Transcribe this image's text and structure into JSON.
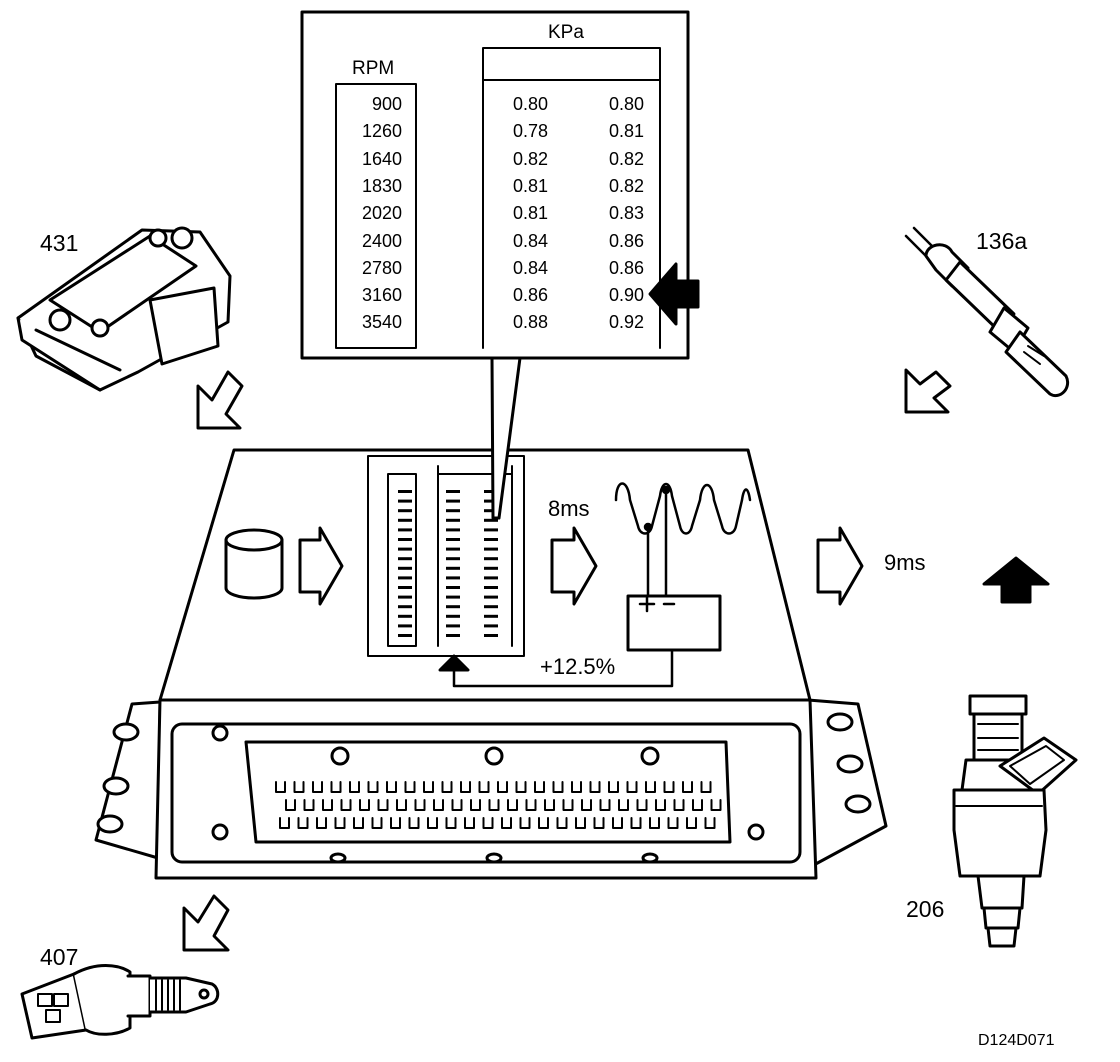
{
  "labels": {
    "part_431": "431",
    "part_136a": "136a",
    "part_407": "407",
    "part_206": "206",
    "time_8ms": "8ms",
    "time_9ms": "9ms",
    "correction": "+12.5%",
    "figure_code": "D124D071"
  },
  "table": {
    "rpm_header": "RPM",
    "kpa_header": "KPa",
    "rows": [
      {
        "rpm": "900",
        "kpa1": "0.80",
        "kpa2": "0.80"
      },
      {
        "rpm": "1260",
        "kpa1": "0.78",
        "kpa2": "0.81"
      },
      {
        "rpm": "1640",
        "kpa1": "0.82",
        "kpa2": "0.82"
      },
      {
        "rpm": "1830",
        "kpa1": "0.81",
        "kpa2": "0.82"
      },
      {
        "rpm": "2020",
        "kpa1": "0.81",
        "kpa2": "0.83"
      },
      {
        "rpm": "2400",
        "kpa1": "0.84",
        "kpa2": "0.86"
      },
      {
        "rpm": "2780",
        "kpa1": "0.84",
        "kpa2": "0.86"
      },
      {
        "rpm": "3160",
        "kpa1": "0.86",
        "kpa2": "0.90"
      },
      {
        "rpm": "3540",
        "kpa1": "0.88",
        "kpa2": "0.92"
      }
    ]
  }
}
